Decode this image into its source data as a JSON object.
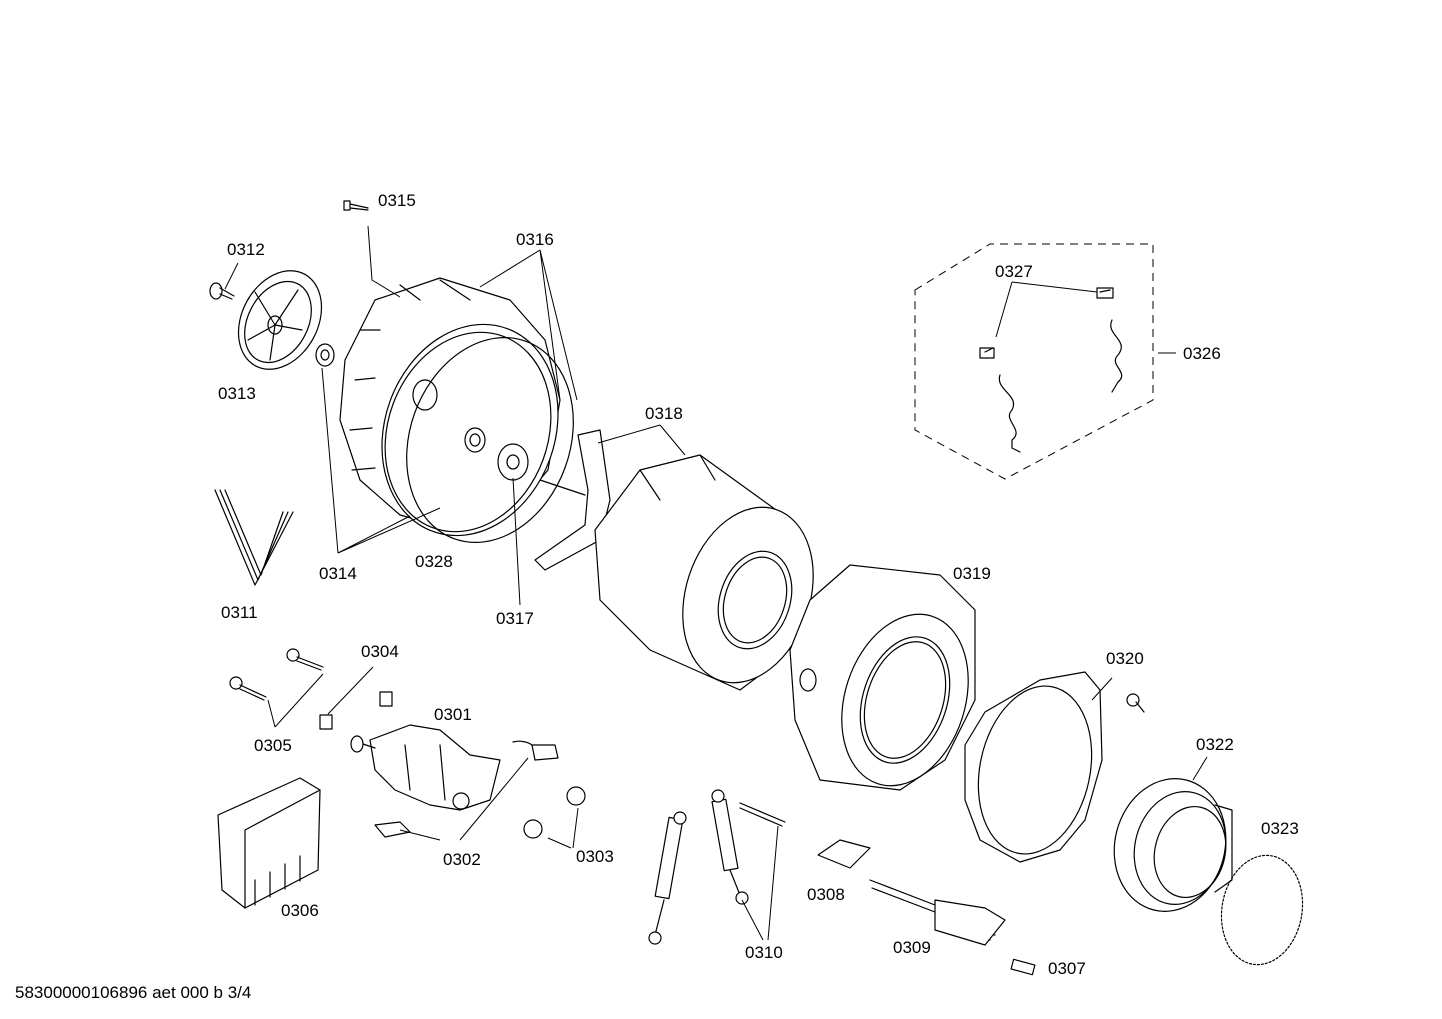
{
  "labels": {
    "p0301": "0301",
    "p0302": "0302",
    "p0303": "0303",
    "p0304": "0304",
    "p0305": "0305",
    "p0306": "0306",
    "p0307": "0307",
    "p0308": "0308",
    "p0309": "0309",
    "p0310": "0310",
    "p0311": "0311",
    "p0312": "0312",
    "p0313": "0313",
    "p0314": "0314",
    "p0315": "0315",
    "p0316": "0316",
    "p0317": "0317",
    "p0318": "0318",
    "p0319": "0319",
    "p0320": "0320",
    "p0322": "0322",
    "p0323": "0323",
    "p0326": "0326",
    "p0327": "0327",
    "p0328": "0328"
  },
  "footer": {
    "document_id": "58300000106896 aet 000 b 3/4"
  }
}
